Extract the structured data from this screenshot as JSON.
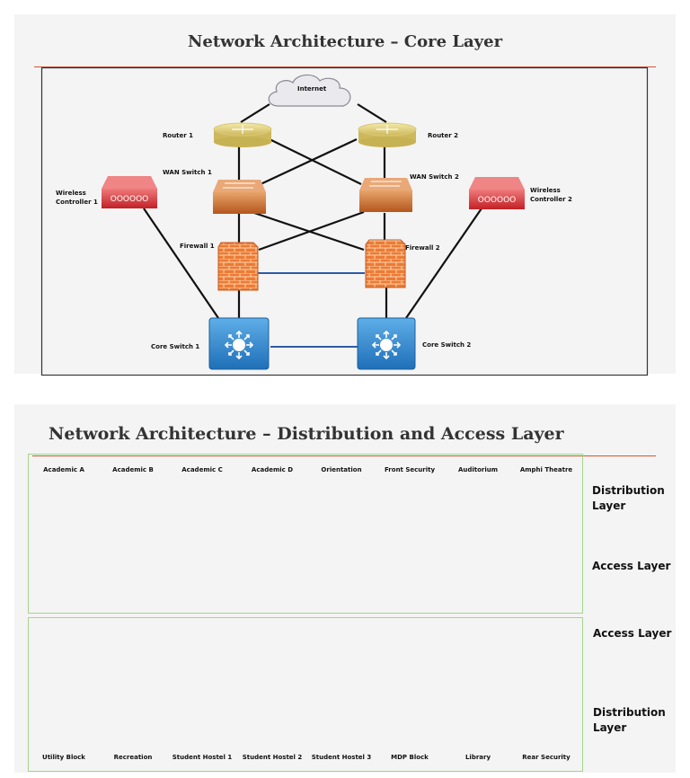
{
  "core": {
    "title": "Network Architecture – Core Layer",
    "devices": {
      "internet": "Internet",
      "router1": "Router 1",
      "router2": "Router 2",
      "wan1": "WAN Switch 1",
      "wan2": "WAN Switch 2",
      "wlc1": "Wireless\nController 1",
      "wlc2": "Wireless\nController 2",
      "fw1": "Firewall 1",
      "fw2": "Firewall 2",
      "core1": "Core Switch 1",
      "core2": "Core Switch 2"
    },
    "colors": {
      "title_rule": "#d8532f",
      "link": "#111111",
      "ha_link": "#2e5aa8"
    }
  },
  "distribution": {
    "title": "Network Architecture – Distribution and Access Layer",
    "upper_blocks": [
      "Academic A",
      "Academic B",
      "Academic C",
      "Academic D",
      "Orientation",
      "Front Security",
      "Auditorium",
      "Amphi Theatre"
    ],
    "lower_blocks": [
      "Utility Block",
      "Recreation",
      "Student Hostel 1",
      "Student Hostel 2",
      "Student Hostel 3",
      "MDP Block",
      "Library",
      "Rear Security"
    ],
    "side_labels": {
      "upper_distribution_1": "Distribution",
      "upper_distribution_2": "Layer",
      "upper_access": "Access Layer",
      "lower_access": "Access Layer",
      "lower_distribution_1": "Distribution",
      "lower_distribution_2": "Layer"
    },
    "colors": {
      "group_border": "#a6d58c",
      "distribution_switch": "#7cc45f",
      "access_switch": "#2f7fc8"
    }
  }
}
